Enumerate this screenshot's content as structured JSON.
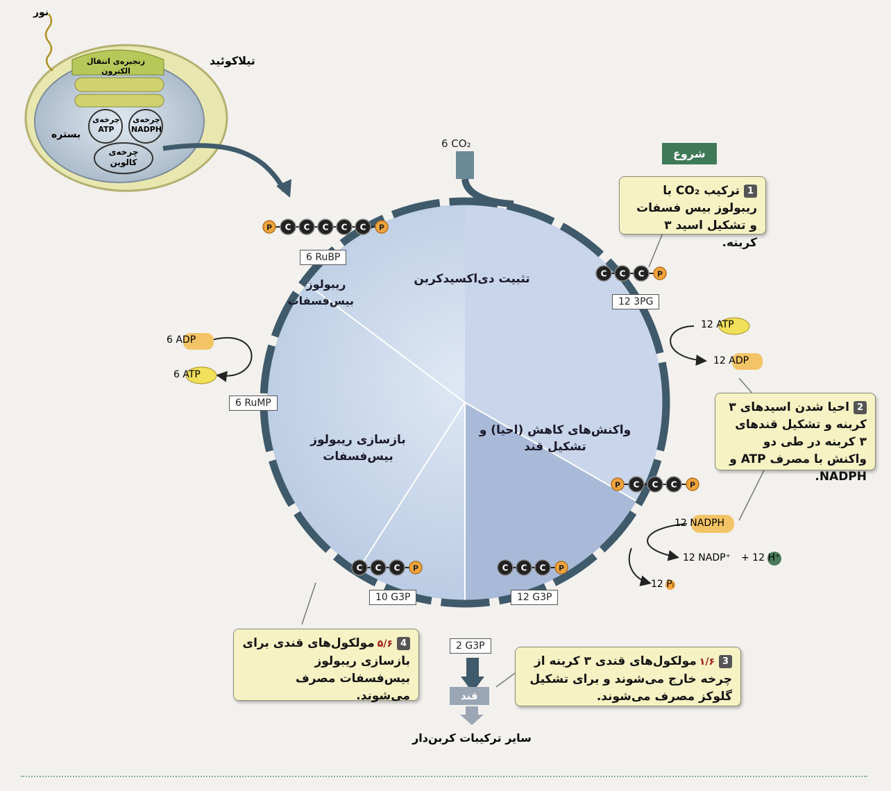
{
  "chloroplast": {
    "light": "نور",
    "thylakoid": "تیلاکوئید",
    "electron_chain": "زنجیره‌ی انتقال الکترون",
    "atp_cycle": "چرخه‌ی ATP",
    "nadph_cycle": "چرخه‌ی NADPH",
    "stroma": "بستره",
    "calvin": "چرخه‌ی کالوین"
  },
  "inputs": {
    "co2": "6 CO₂",
    "start": "شروع"
  },
  "sectors": {
    "fixation": "تثبیت دی‌اکسیدکربن",
    "reduction": "واکنش‌های کاهش (احیا) و تشکیل قند",
    "regeneration": "بازسازی ریبولوز بیس‌فسفات",
    "rubp_name": "ریبولوز بیس‌فسفات"
  },
  "labels": {
    "rubp": "6 RuBP",
    "pg3": "12 3PG",
    "rump": "6 RuMP",
    "g3p10": "10 G3P",
    "g3p12": "12 G3P",
    "g3p2": "2 G3P",
    "sugar": "قند",
    "other": "سایر ترکیبات کربن‌دار"
  },
  "molecules": {
    "atp12": "12 ATP",
    "adp12": "12 ADP",
    "adp6": "6 ADP",
    "atp6": "6 ATP",
    "nadph12": "12 NADPH",
    "nadp12": "12 NADP⁺",
    "plus_h": "+ 12 H⁺",
    "pi12": "12 Pᵢ",
    "carbon": "C",
    "phosphate": "P"
  },
  "steps": [
    {
      "n": "1",
      "text": "ترکیب CO₂ با ریبولوز بیس فسفات و تشکیل اسید ۳ کربنه."
    },
    {
      "n": "2",
      "text": "احیا شدن اسیدهای ۳ کربنه و تشکیل قندهای ۳ کربنه در طی دو واکنش با مصرف ATP و NADPH."
    },
    {
      "n": "3",
      "frac": "۱/۶",
      "text": "مولکول‌های قندی ۳ کربنه از چرخه خارج می‌شوند و برای تشکیل گلوکز مصرف می‌شوند."
    },
    {
      "n": "4",
      "frac": "۵/۶",
      "text": "مولکول‌های قندی برای بازسازی ریبولوز بیس‌فسفات مصرف می‌شوند."
    }
  ],
  "colors": {
    "ring": "#3f5a6a",
    "circle_fill": "#c9d9ec",
    "box": "#f6f2c4",
    "phosphate": "#f0a43c",
    "carbon": "#222222"
  }
}
